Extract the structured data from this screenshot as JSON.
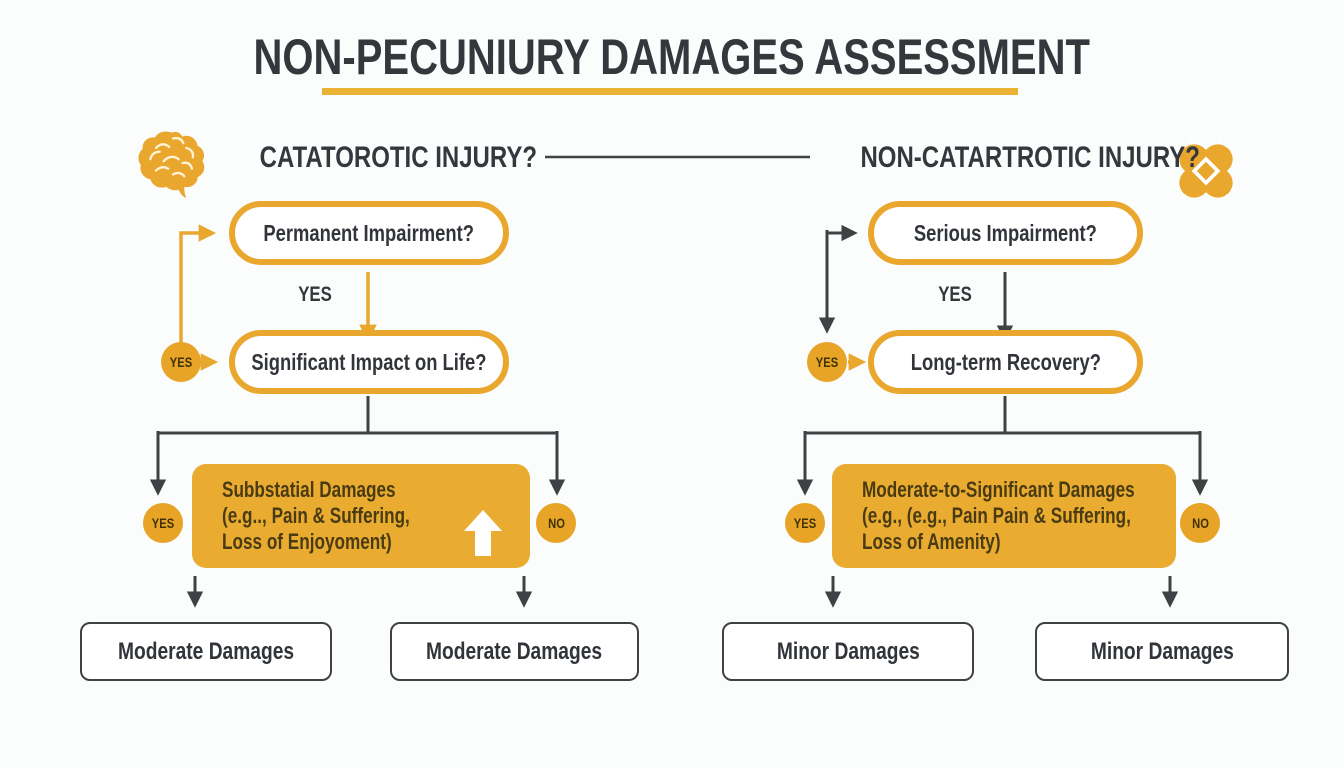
{
  "title": "NON-PECUNIURY DAMAGES ASSESSMENT",
  "colors": {
    "gold": "#E9A72E",
    "gold_fill": "#E9AC30",
    "underline_gold": "#EAB233",
    "dark_line": "#3E4245",
    "heading_text": "#34383C",
    "result_text": "#4A3B12",
    "background": "#FBFCFC"
  },
  "left_branch": {
    "header": "CATATOROTIC INJURY?",
    "icon": "brain-icon",
    "question1": "Permanent Impairment?",
    "yes_between": "YES",
    "question2": "Significant Impact on Life?",
    "loop_yes": "YES",
    "branch_yes": "YES",
    "branch_no": "NO",
    "result_lines": [
      "Subbstatial Damages",
      "(e.g.., Pain & Suffering,",
      "Loss of Enjoyoment)"
    ],
    "outcome_left": "Moderate Damages",
    "outcome_right": "Moderate Damages"
  },
  "right_branch": {
    "header": "NON-CATARTROTIC INJURY?",
    "icon": "bandage-icon",
    "question1": "Serious Impairment?",
    "yes_between": "YES",
    "question2": "Long-term Recovery?",
    "loop_yes": "YES",
    "branch_yes": "YES",
    "branch_no": "NO",
    "result_lines": [
      "Moderate-to-Significant Damages",
      "(e.g., (e.g., Pain Pain & Suffering,",
      "Loss of Amenity)"
    ],
    "outcome_left": "Minor Damages",
    "outcome_right": "Minor Damages"
  }
}
